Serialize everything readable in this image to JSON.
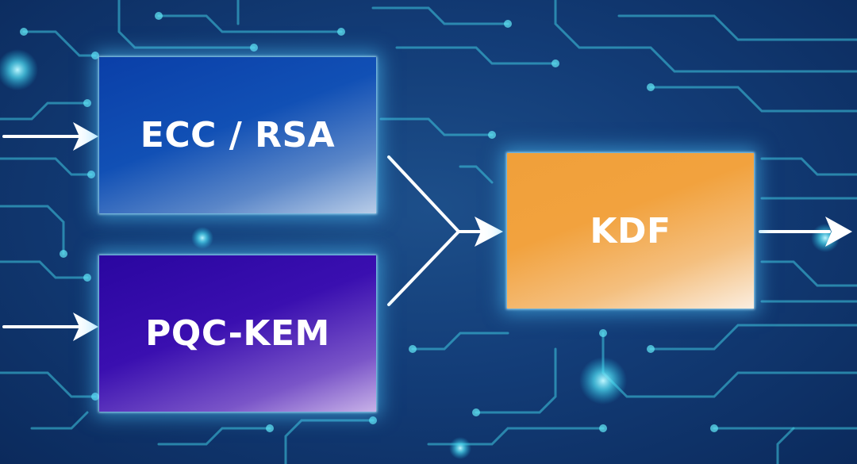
{
  "diagram": {
    "blocks": {
      "ecc_rsa": "ECC / RSA",
      "pqc_kem": "PQC-KEM",
      "kdf": "KDF"
    },
    "colors": {
      "background": "#133d78",
      "ecc_rsa_block": "#0a3fa8",
      "pqc_kem_block": "#2a06a0",
      "kdf_block": "#f0a03a",
      "circuit_trace": "#3fc8e0",
      "arrow": "#ffffff"
    }
  }
}
